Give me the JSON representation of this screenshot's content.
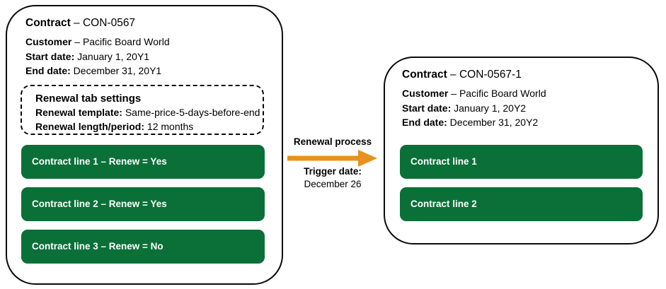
{
  "diagram": {
    "title": "Contract renewal process diagram",
    "colors": {
      "contract_line_green": "#0A7038",
      "arrow_orange": "#E8911C",
      "outline_black": "#0A0A0A"
    }
  },
  "source_contract": {
    "title_label": "Contract",
    "title_separator": " – ",
    "title_value": "CON-0567",
    "details": [
      {
        "label": "Customer",
        "separator": " – ",
        "value": "Pacific Board World"
      },
      {
        "label": "Start date:",
        "separator": " ",
        "value": "January 1, 20Y1"
      },
      {
        "label": "End date:",
        "separator": " ",
        "value": "December 31, 20Y1"
      }
    ],
    "renewal_settings": {
      "heading": "Renewal tab settings",
      "rows": [
        {
          "label": "Renewal template:",
          "separator": "  ",
          "value": "Same-price-5-days-before-end"
        },
        {
          "label": "Renewal length/period:",
          "separator": " ",
          "value": "12 months"
        }
      ]
    },
    "contract_lines": [
      {
        "label": "Contract line 1 – Renew = Yes"
      },
      {
        "label": "Contract line 2 – Renew = Yes"
      },
      {
        "label": "Contract line 3 – Renew = No"
      }
    ]
  },
  "process_arrow": {
    "icon": "right-arrow-icon",
    "caption_top": "Renewal process",
    "trigger_label": "Trigger date:",
    "trigger_value": "December 26"
  },
  "renewed_contract": {
    "title_label": "Contract",
    "title_separator": " – ",
    "title_value": "CON-0567-1",
    "details": [
      {
        "label": "Customer",
        "separator": " – ",
        "value": "Pacific Board World"
      },
      {
        "label": "Start date:",
        "separator": " ",
        "value": "January 1, 20Y2"
      },
      {
        "label": "End date:",
        "separator": " ",
        "value": "December 31, 20Y2"
      }
    ],
    "contract_lines": [
      {
        "label": "Contract line 1"
      },
      {
        "label": "Contract line 2"
      }
    ]
  }
}
